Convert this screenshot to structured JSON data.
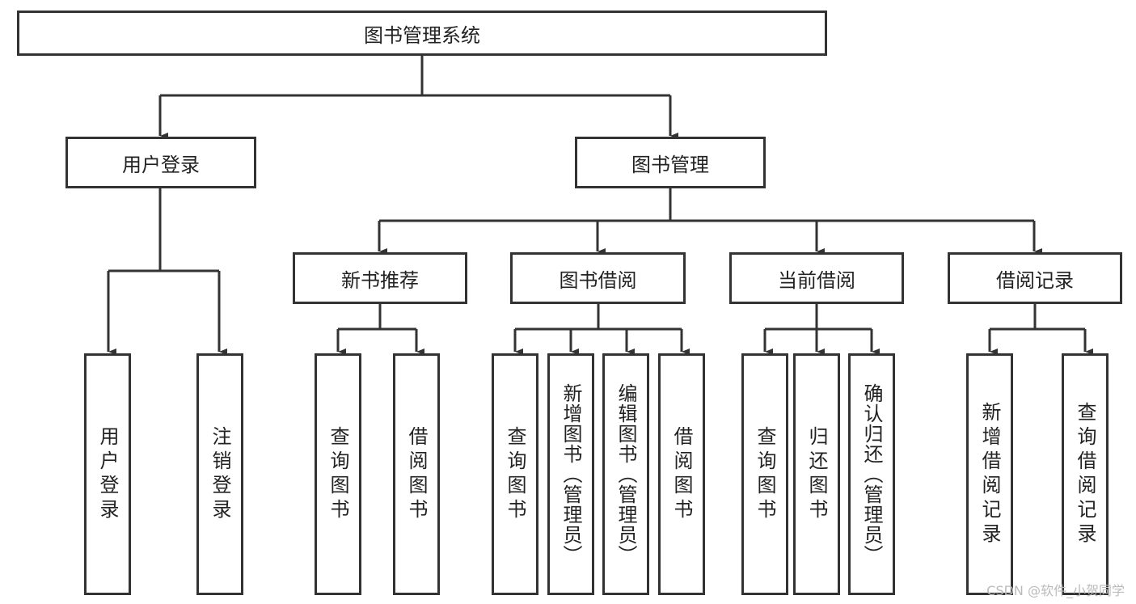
{
  "root": "图书管理系统",
  "level1": [
    "用户登录",
    "图书管理"
  ],
  "user_login_children": [
    "用户登录",
    "注销登录"
  ],
  "book_mgmt_modules": [
    {
      "label": "新书推荐",
      "children": [
        "查询图书",
        "借阅图书"
      ]
    },
    {
      "label": "图书借阅",
      "children": [
        "查询图书",
        "新增图书（管理员）",
        "编辑图书（管理员）",
        "借阅图书"
      ]
    },
    {
      "label": "当前借阅",
      "children": [
        "查询图书",
        "归还图书",
        "确认归还（管理员）"
      ]
    },
    {
      "label": "借阅记录",
      "children": [
        "新增借阅记录",
        "查询借阅记录"
      ]
    }
  ],
  "watermark": "CSDN @软件_小贺同学"
}
